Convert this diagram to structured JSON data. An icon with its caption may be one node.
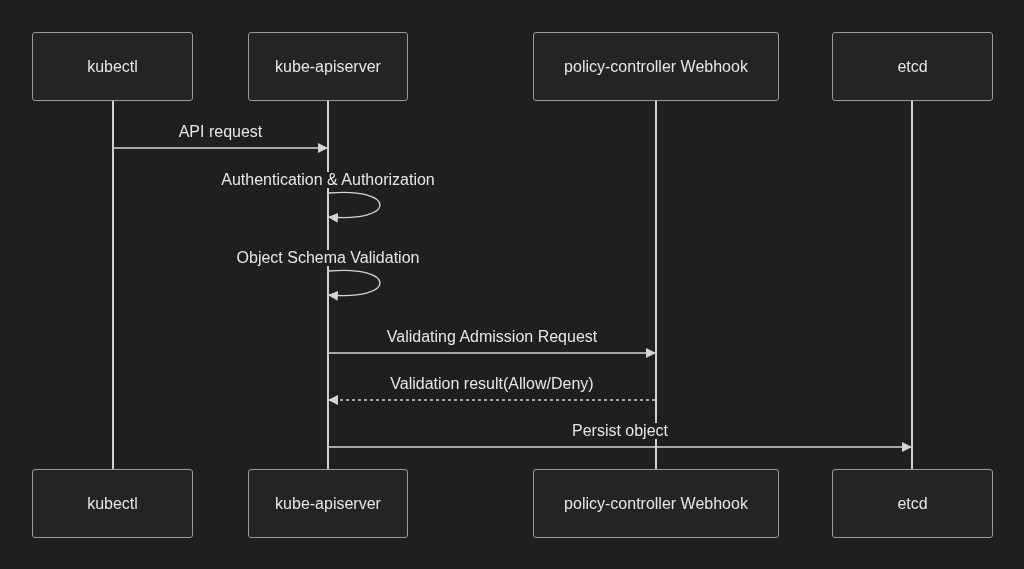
{
  "diagram": {
    "nodes": [
      {
        "text": [
          "kubectl"
        ]
      },
      {
        "text": [
          "kube-apiserver"
        ]
      },
      {
        "text": [
          "policy-controller Webhook"
        ]
      },
      {
        "text": [
          "etcd"
        ]
      },
      {
        "text": [],
        "shape": "line"
      },
      {
        "text": [],
        "shape": "line"
      },
      {
        "text": [],
        "shape": "line"
      },
      {
        "text": [],
        "shape": "line"
      },
      {
        "text": [
          "kubectl"
        ]
      },
      {
        "text": [
          "kube-apiserver"
        ]
      },
      {
        "text": [
          "policy-controller Webhook"
        ]
      },
      {
        "text": [
          "etcd"
        ]
      }
    ],
    "edges": [
      {
        "from": 4,
        "to": 5,
        "arrow": "to",
        "label": "API request"
      },
      {
        "from": 5,
        "to": 5,
        "arrow": "to",
        "label": "Authentication & Authorization"
      },
      {
        "from": 5,
        "to": 5,
        "arrow": "to",
        "label": "Object Schema Validation"
      },
      {
        "from": 5,
        "to": 6,
        "arrow": "to",
        "label": "Validating Admission Request"
      },
      {
        "from": 6,
        "to": 5,
        "arrow": "to",
        "label": "Validation result(Allow/Deny)",
        "style": "dashed"
      },
      {
        "from": 5,
        "to": 7,
        "arrow": "to",
        "label": "Persist object"
      }
    ]
  }
}
